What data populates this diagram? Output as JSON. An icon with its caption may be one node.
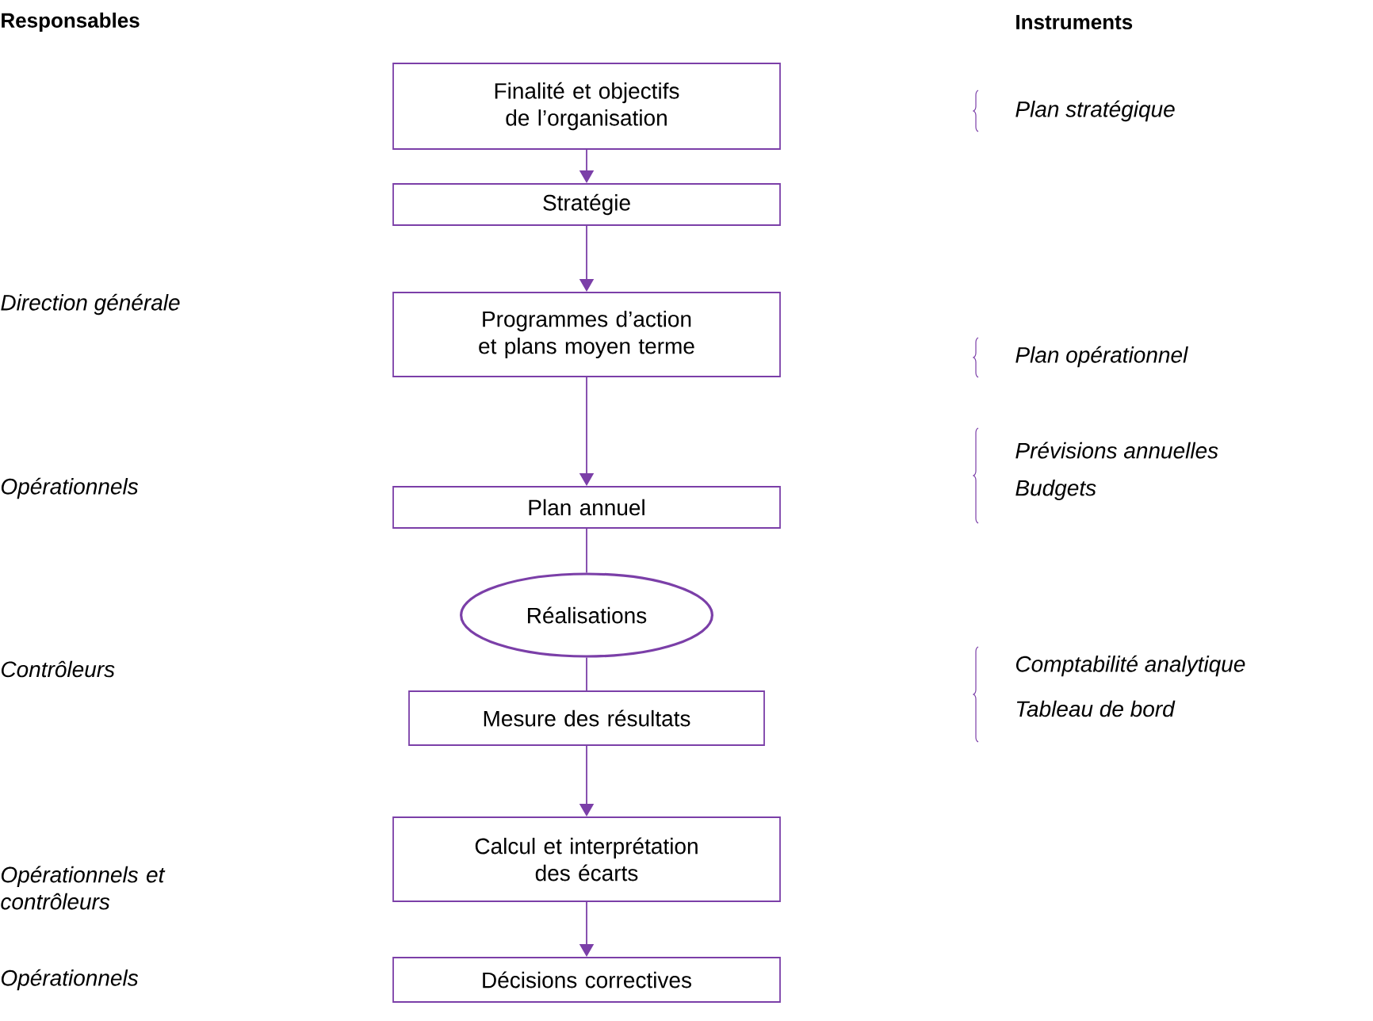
{
  "diagram": {
    "nodes": [
      {
        "text": [
          "Finalité et objectifs de l’organisation"
        ]
      },
      {
        "text": [
          "Stratégie"
        ]
      },
      {
        "text": [
          "Programmes d’action et plans moyen terme"
        ]
      },
      {
        "text": [
          "Plan annuel"
        ]
      },
      {
        "text": [
          "Réalisations"
        ]
      },
      {
        "text": [
          "Mesure des résultats"
        ]
      },
      {
        "text": [
          "Calcul et interprétation des écarts"
        ]
      },
      {
        "text": [
          "Décisions correctives"
        ]
      }
    ],
    "edges": [
      {
        "from": 0,
        "to": 1,
        "arrow": "to"
      },
      {
        "from": 1,
        "to": 2,
        "arrow": "to"
      },
      {
        "from": 2,
        "to": 3,
        "arrow": "to"
      },
      {
        "from": 3,
        "to": 4,
        "arrow": "none"
      },
      {
        "from": 4,
        "to": 5,
        "arrow": "none"
      },
      {
        "from": 5,
        "to": 6,
        "arrow": "to"
      },
      {
        "from": 6,
        "to": 7,
        "arrow": "to"
      }
    ],
    "labels": [
      "Responsables",
      "Instruments",
      "Plan stratégique",
      "Direction générale",
      "Plan opérationnel",
      "Opérationnels",
      "Prévisions annuelles",
      "Budgets",
      "Contrôleurs",
      "Comptabilité analytique",
      "Tableau de bord",
      "Opérationnels et contrôleurs",
      "Opérationnels"
    ]
  }
}
